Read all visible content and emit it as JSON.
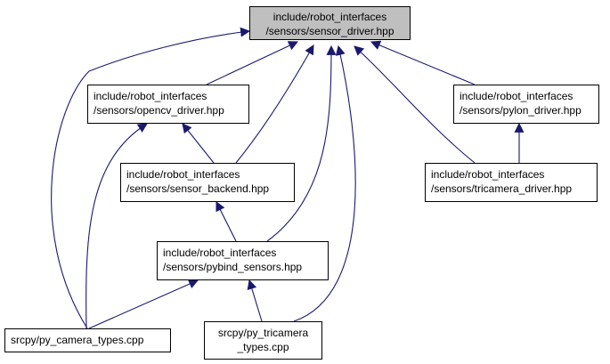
{
  "colors": {
    "root_fill": "#bfbfbf",
    "node_fill": "#ffffff",
    "node_border": "#000000",
    "edge_stroke": "#191970"
  },
  "nodes": {
    "sensor_driver": {
      "line1": "include/robot_interfaces",
      "line2": "/sensors/sensor_driver.hpp"
    },
    "opencv_driver": {
      "line1": "include/robot_interfaces",
      "line2": "/sensors/opencv_driver.hpp"
    },
    "pylon_driver": {
      "line1": "include/robot_interfaces",
      "line2": "/sensors/pylon_driver.hpp"
    },
    "sensor_backend": {
      "line1": "include/robot_interfaces",
      "line2": "/sensors/sensor_backend.hpp"
    },
    "tricamera_driver": {
      "line1": "include/robot_interfaces",
      "line2": "/sensors/tricamera_driver.hpp"
    },
    "pybind_sensors": {
      "line1": "include/robot_interfaces",
      "line2": "/sensors/pybind_sensors.hpp"
    },
    "py_camera_types": {
      "line1": "srcpy/py_camera_types.cpp"
    },
    "py_tricamera_types": {
      "line1": "srcpy/py_tricamera",
      "line2": "_types.cpp"
    }
  },
  "edges": [
    {
      "from": "opencv_driver",
      "to": "sensor_driver"
    },
    {
      "from": "pylon_driver",
      "to": "sensor_driver"
    },
    {
      "from": "sensor_backend",
      "to": "sensor_driver"
    },
    {
      "from": "tricamera_driver",
      "to": "sensor_driver"
    },
    {
      "from": "pybind_sensors",
      "to": "sensor_driver"
    },
    {
      "from": "py_camera_types",
      "to": "sensor_driver"
    },
    {
      "from": "py_tricamera_types",
      "to": "sensor_driver"
    },
    {
      "from": "sensor_backend",
      "to": "opencv_driver"
    },
    {
      "from": "py_camera_types",
      "to": "opencv_driver"
    },
    {
      "from": "tricamera_driver",
      "to": "pylon_driver"
    },
    {
      "from": "pybind_sensors",
      "to": "sensor_backend"
    },
    {
      "from": "py_camera_types",
      "to": "pybind_sensors"
    },
    {
      "from": "py_tricamera_types",
      "to": "pybind_sensors"
    }
  ]
}
